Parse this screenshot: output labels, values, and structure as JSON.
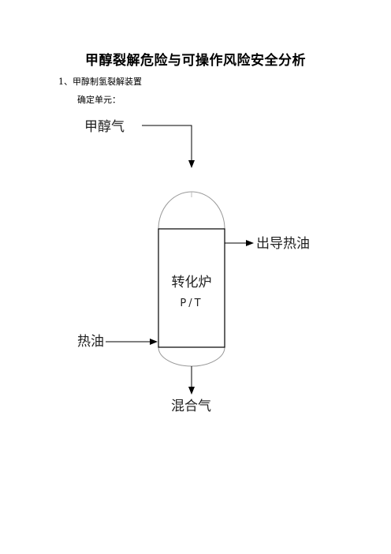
{
  "document": {
    "title": "甲醇裂解危险与可操作风险安全分析",
    "section_heading": "1、甲醇制氢裂解装置",
    "unit_label": "确定单元："
  },
  "diagram": {
    "inlet_methanol_label": "甲醇气",
    "outlet_hot_oil_label": "出导热油",
    "inlet_hot_oil_label": "热油",
    "outlet_mixed_gas_label": "混合气",
    "vessel_name": "转化炉",
    "vessel_tag": "P/T"
  }
}
